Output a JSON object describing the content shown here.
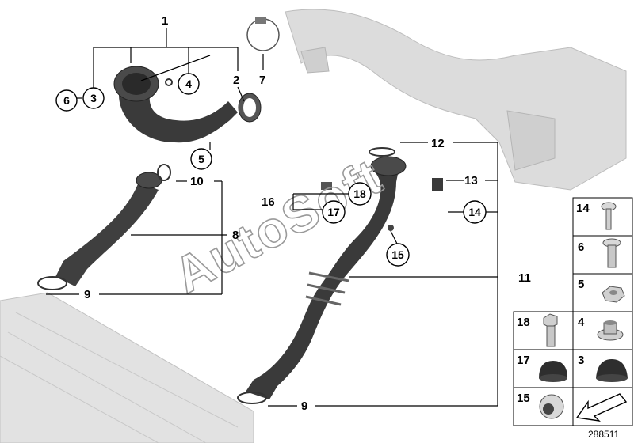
{
  "callouts": {
    "c1": "1",
    "c2": "2",
    "c3": "3",
    "c4": "4",
    "c5": "5",
    "c6": "6",
    "c7": "7",
    "c8": "8",
    "c9a": "9",
    "c9b": "9",
    "c10": "10",
    "c11": "11",
    "c12": "12",
    "c13": "13",
    "c14": "14",
    "c15": "15",
    "c16": "16",
    "c17": "17",
    "c18": "18"
  },
  "legend": {
    "r14": "14",
    "r6": "6",
    "r5": "5",
    "r18": "18",
    "r4": "4",
    "r17": "17",
    "r3": "3",
    "r15": "15"
  },
  "watermark": "AutoSoft",
  "document_id": "288511",
  "colors": {
    "part": "#3a3a3a",
    "ghost": "#d6d6d6",
    "line": "#000000"
  }
}
